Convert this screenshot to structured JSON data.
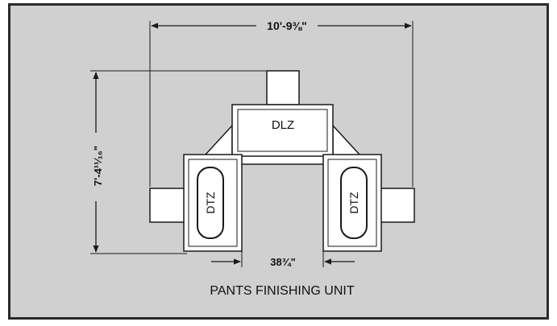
{
  "diagram": {
    "title": "PANTS FINISHING UNIT",
    "width_dimension": "10'-9⅜\"",
    "height_dimension": "7'-4¹¹⁄₁₆\"",
    "gap_dimension": "38¾\"",
    "units": {
      "center": "DLZ",
      "left": "DTZ",
      "right": "DTZ"
    }
  },
  "colors": {
    "background": "#cfd0cf",
    "unit_fill": "#ffffff",
    "line": "#1a1a1a"
  }
}
